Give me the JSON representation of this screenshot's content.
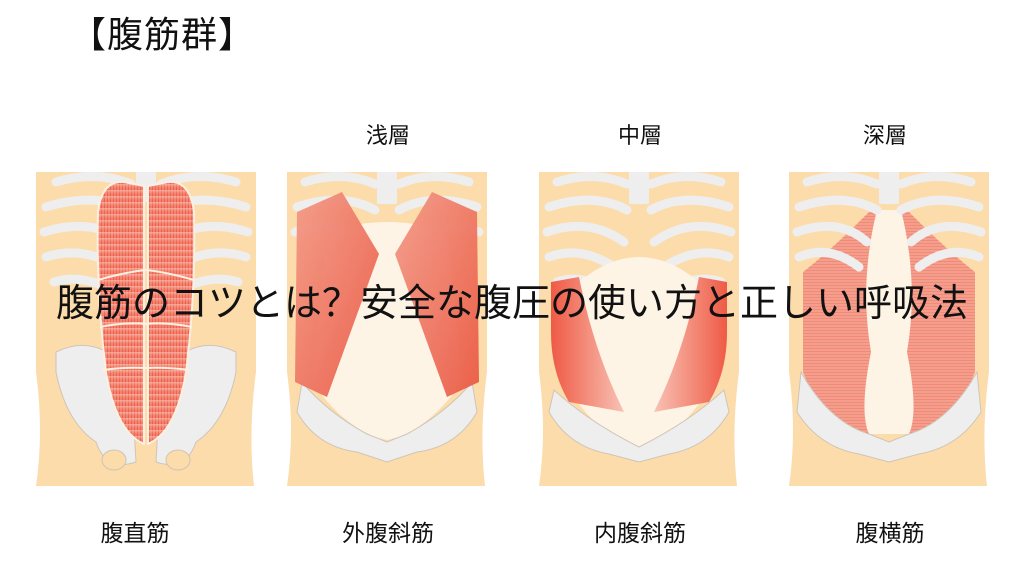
{
  "header": {
    "title": "【腹筋群】"
  },
  "layers": [
    {
      "label": "浅層"
    },
    {
      "label": "中層"
    },
    {
      "label": "深層"
    }
  ],
  "panels": [
    {
      "muscle": "腹直筋",
      "layer": ""
    },
    {
      "muscle": "外腹斜筋",
      "layer": "浅層"
    },
    {
      "muscle": "内腹斜筋",
      "layer": "中層"
    },
    {
      "muscle": "腹横筋",
      "layer": "深層"
    }
  ],
  "overlay": {
    "headline": "腹筋のコツとは？安全な腹圧の使い方と正しい呼吸法"
  },
  "colors": {
    "skin": "#fcdcab",
    "bone": "#eeeeee",
    "bone_outline": "#cfc5b8",
    "belly": "#fdf4e6",
    "muscle": "#ef6b55",
    "muscle_light": "#f6a393"
  }
}
